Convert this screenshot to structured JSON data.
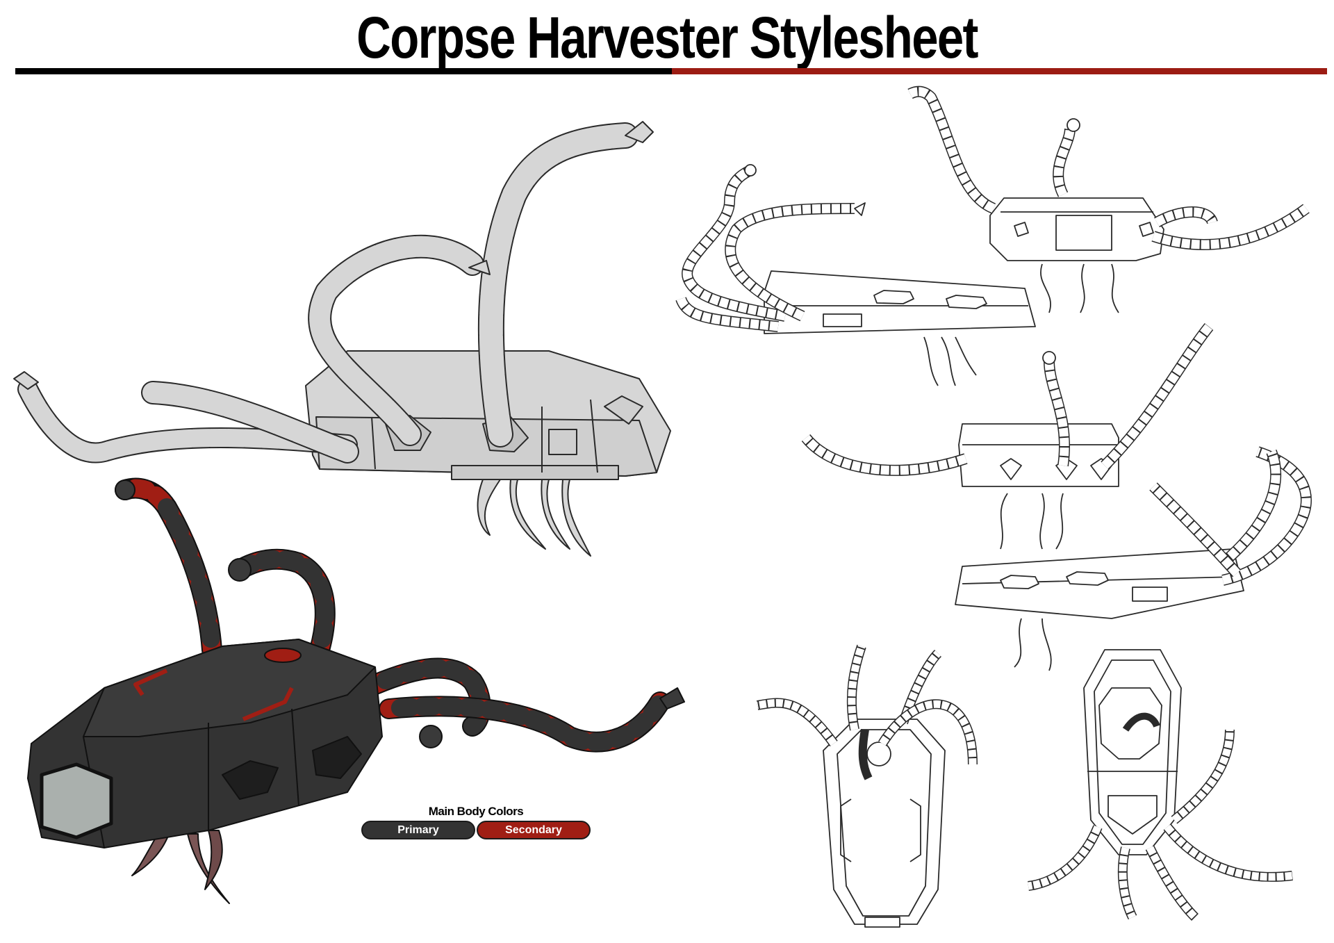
{
  "title": "Corpse Harvester Stylesheet",
  "colors": {
    "rule_left": "#000000",
    "rule_right": "#9c1c13",
    "primary": "#333333",
    "secondary": "#a01e14",
    "sketch_fill": "#d6d6d6",
    "line": "#2a2a2a"
  },
  "legend": {
    "title": "Main Body Colors",
    "primary_label": "Primary",
    "secondary_label": "Secondary"
  }
}
